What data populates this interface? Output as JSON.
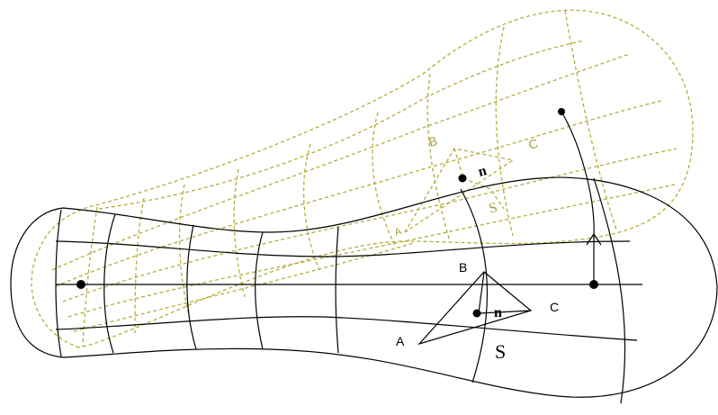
{
  "colors": {
    "background": "#ffffff",
    "primary_stroke": "#000000",
    "rotated_stroke": "#b5ad3a",
    "rotated_text": "#a8a046"
  },
  "original": {
    "labels": {
      "a": "A",
      "b": "B",
      "c": "C",
      "s": "S",
      "n": "n"
    }
  },
  "rotated": {
    "labels": {
      "a": "A",
      "b": "B",
      "c": "C",
      "s": "S",
      "n": "n"
    }
  }
}
